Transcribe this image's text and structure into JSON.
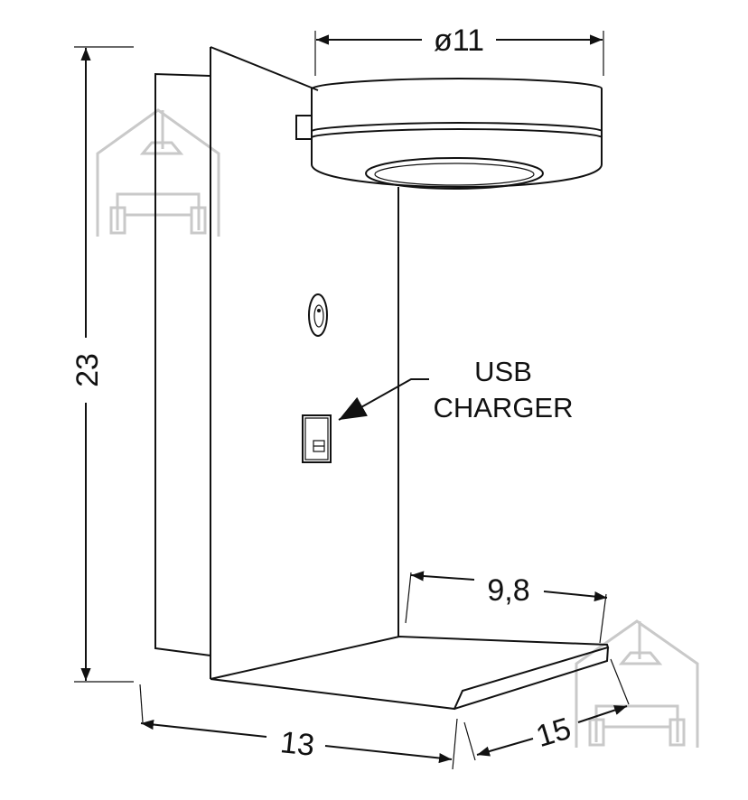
{
  "dimensions": {
    "diameter": "ø11",
    "height": "23",
    "shelf_depth": "9,8",
    "base_width": "13",
    "base_depth": "15"
  },
  "callout": {
    "line1": "USB",
    "line2": "CHARGER"
  },
  "icons": [
    "house-sofa-watermark-icon",
    "switch-icon",
    "usb-port-icon"
  ],
  "colors": {
    "line": "#111111",
    "watermark": "#c9c9c9",
    "background": "#ffffff"
  }
}
